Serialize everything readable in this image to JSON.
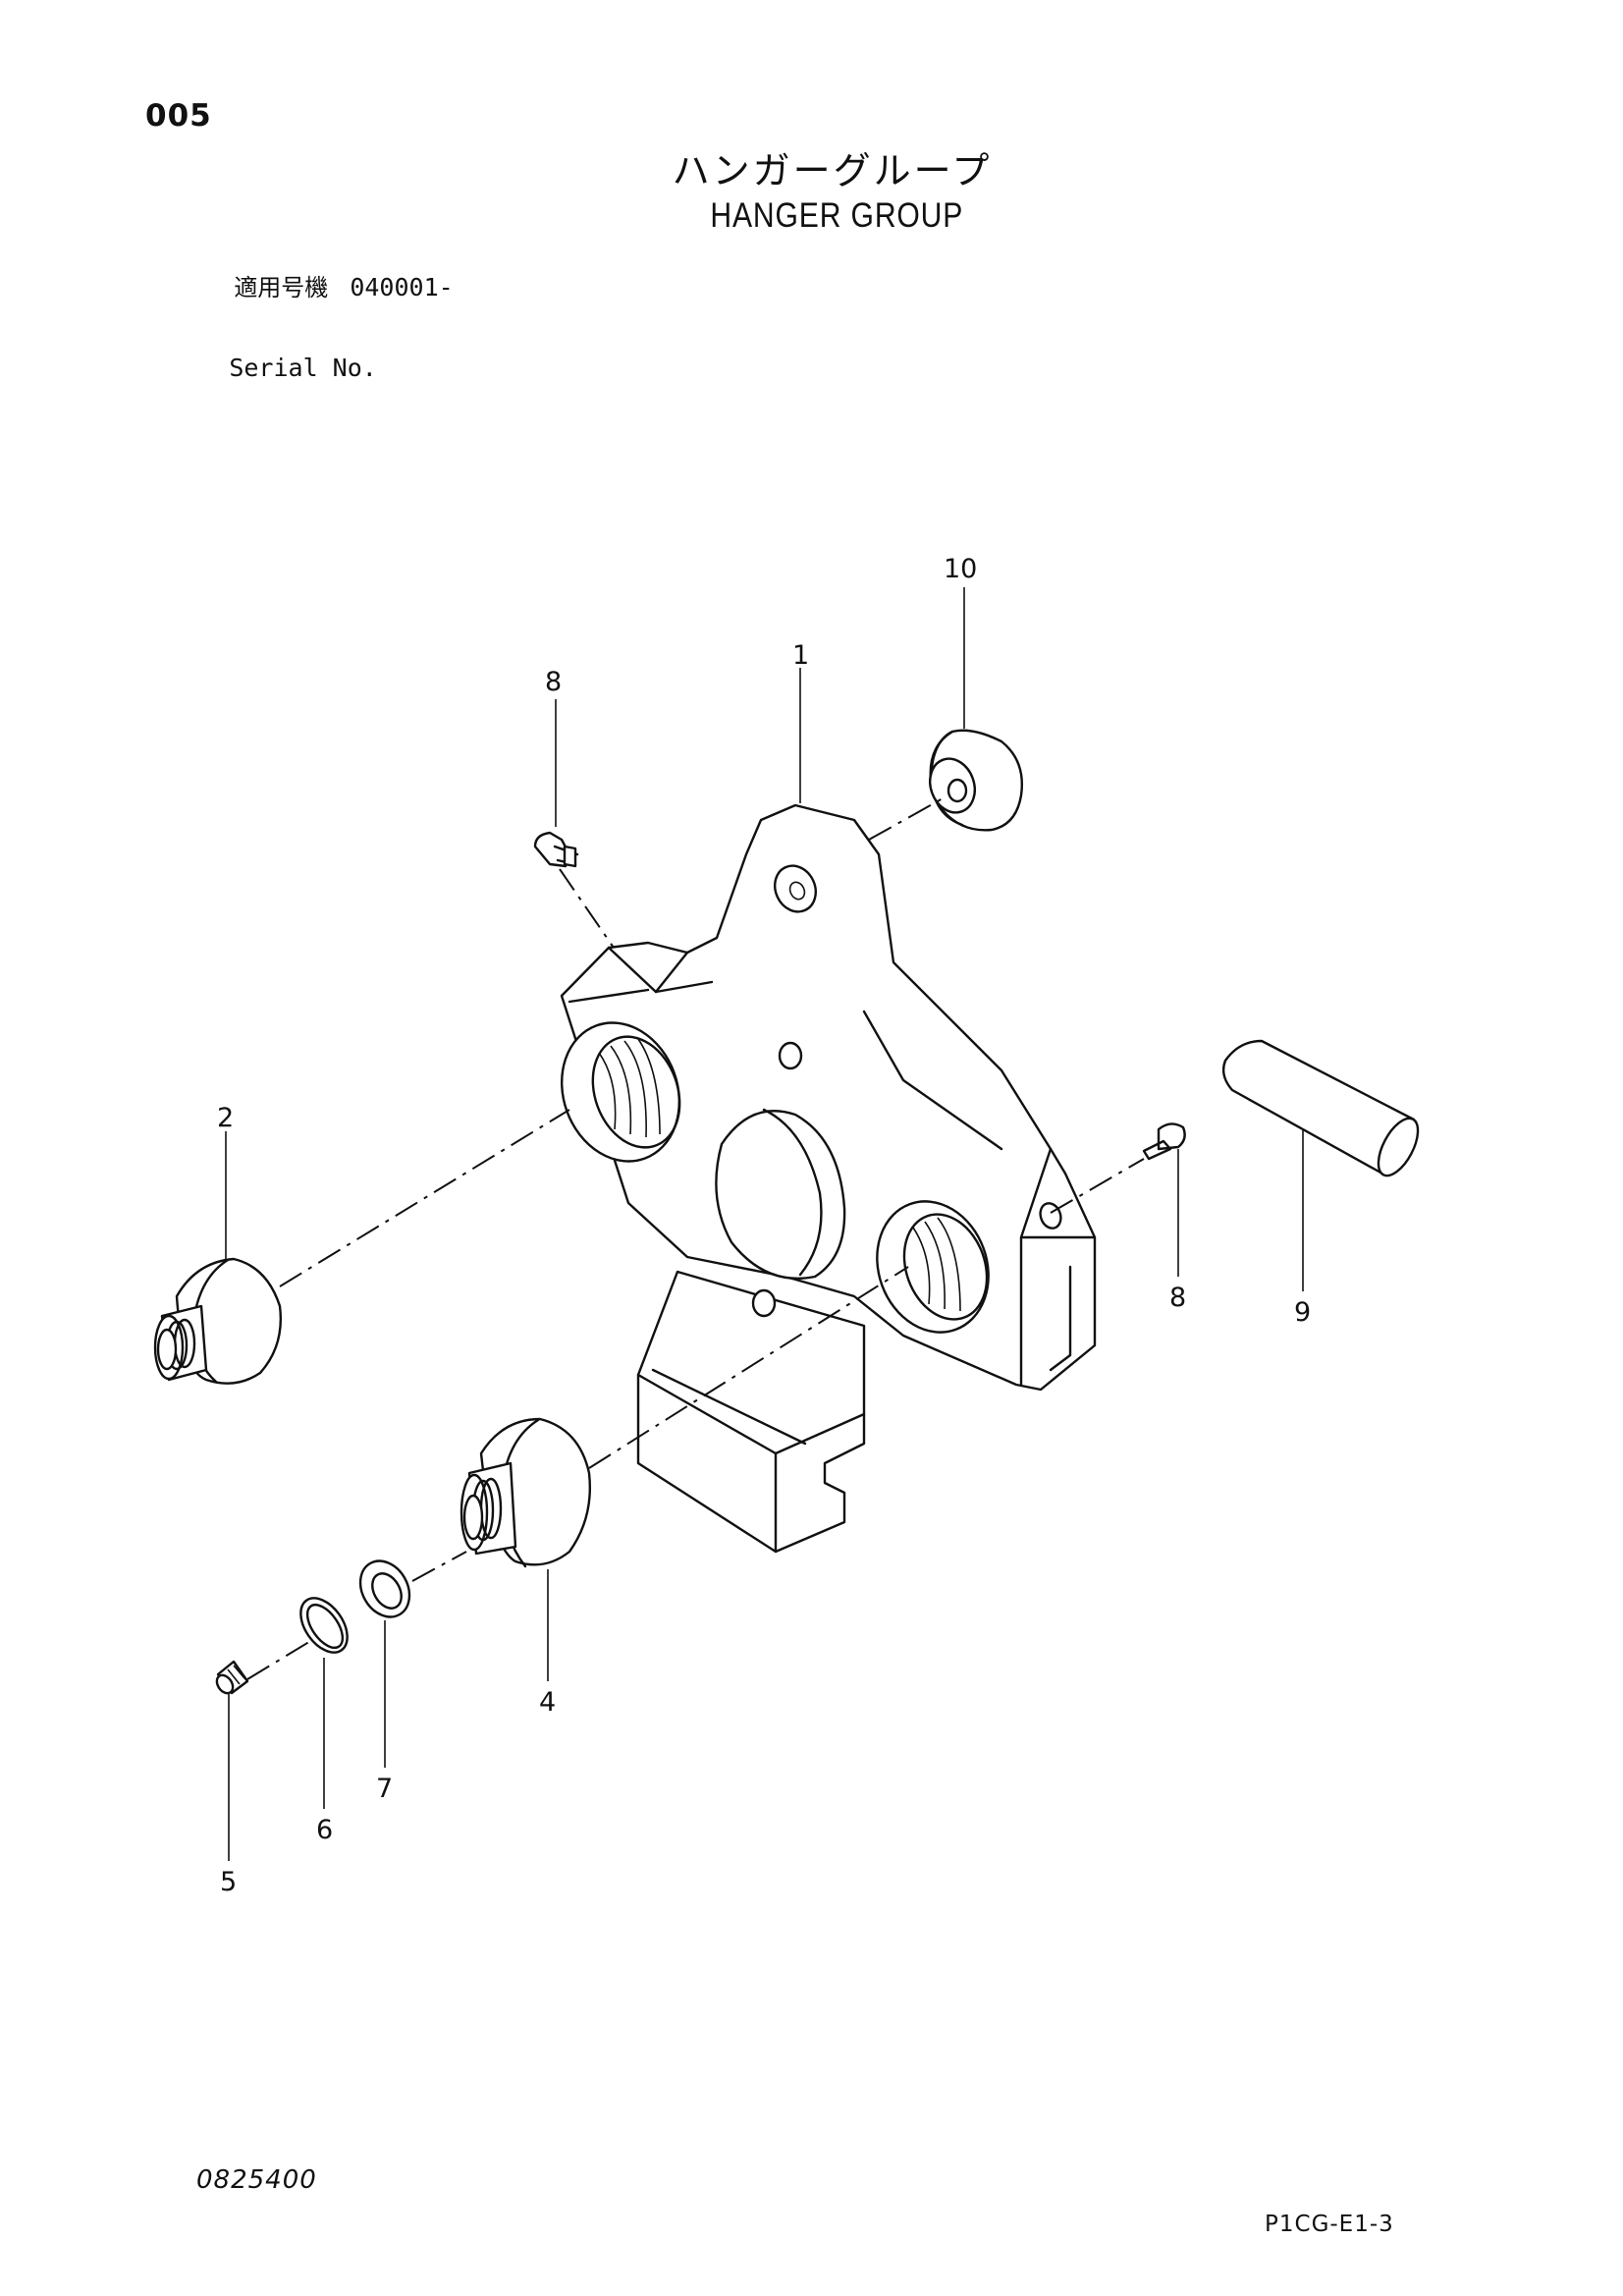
{
  "page_number": "005",
  "title": {
    "japanese": "ハンガーグループ",
    "english": "HANGER GROUP"
  },
  "serial": {
    "label_japanese": "適用号機",
    "value": "040001-",
    "label_english": "Serial No."
  },
  "callouts": {
    "c1": "1",
    "c2": "2",
    "c4": "4",
    "c5": "5",
    "c6": "6",
    "c7": "7",
    "c8_top": "8",
    "c8_right": "8",
    "c9": "9",
    "c10": "10"
  },
  "footer": {
    "drawing_number": "0825400",
    "sheet_code": "P1CG-E1-3"
  }
}
